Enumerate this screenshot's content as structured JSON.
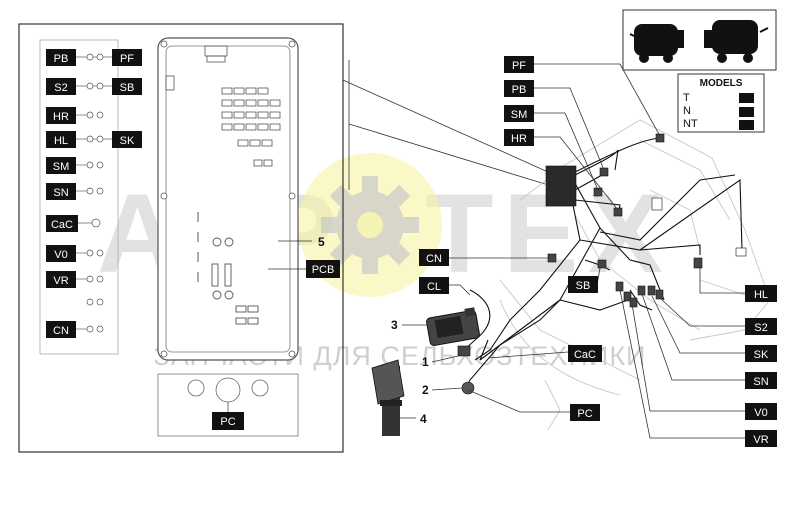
{
  "watermark": {
    "logo_text": "АГРОТЕХ",
    "caption": "ЗАПЧАСТИ ДЛЯ СЕЛЬХОЗТЕХНИКИ"
  },
  "models": {
    "title": "MODELS",
    "items": [
      "T",
      "N",
      "NT"
    ]
  },
  "callouts": [
    "1",
    "2",
    "3",
    "4",
    "5"
  ],
  "panel_tags": {
    "pb": "PB",
    "pf": "PF",
    "s2": "S2",
    "sb": "SB",
    "hr": "HR",
    "hl": "HL",
    "sk": "SK",
    "sm": "SM",
    "sn": "SN",
    "cac": "CaC",
    "v0": "V0",
    "vr": "VR",
    "cn": "CN",
    "pcb": "PCB",
    "pc": "PC"
  },
  "diagram_tags": {
    "pf": "PF",
    "pb": "PB",
    "sm": "SM",
    "hr": "HR",
    "cn": "CN",
    "cl": "CL",
    "sb": "SB",
    "cac": "CaC",
    "pc": "PC",
    "hl": "HL",
    "s2": "S2",
    "sk": "SK",
    "sn": "SN",
    "v0": "V0",
    "vr": "VR"
  }
}
